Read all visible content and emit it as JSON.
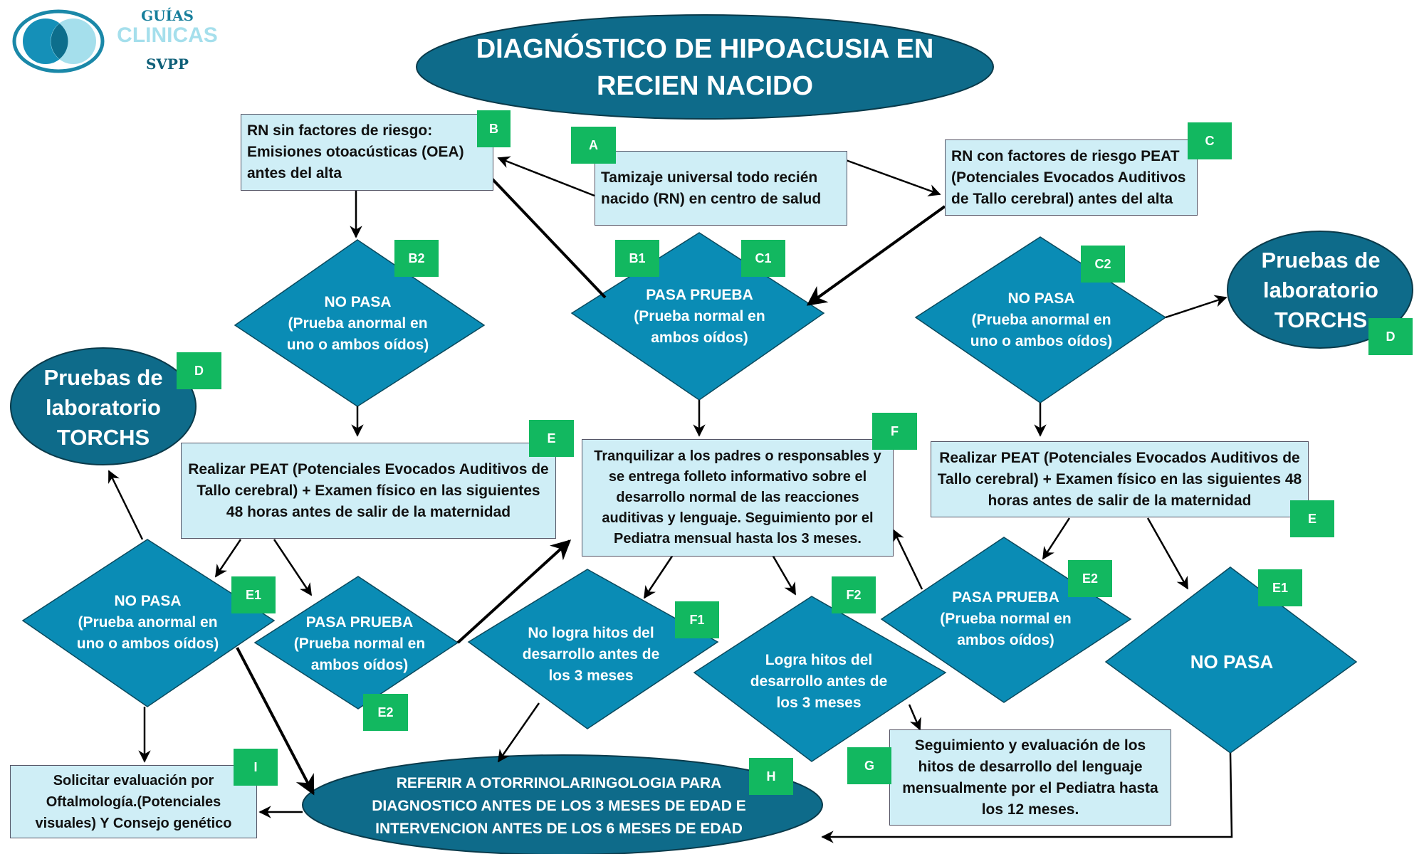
{
  "logo": {
    "line1": "GUÍAS",
    "line2": "CLINICAS",
    "line3": "SVPP"
  },
  "title": {
    "line1": "DIAGNÓSTICO DE HIPOACUSIA EN",
    "line2": "RECIEN NACIDO"
  },
  "colors": {
    "diamond": "#0a8cb5",
    "ellipse": "#0e6b8a",
    "tag": "#12b860",
    "box": "#cfeef6"
  },
  "nodes": {
    "A": {
      "tag": "A",
      "text": "Tamizaje universal todo recién nacido (RN) en centro de salud"
    },
    "B": {
      "tag": "B",
      "text": "RN sin factores de riesgo: Emisiones otoacústicas (OEA) antes del alta"
    },
    "C": {
      "tag": "C",
      "text": "RN con factores de riesgo PEAT (Potenciales Evocados Auditivos de Tallo cerebral) antes del alta"
    },
    "B2": {
      "tag": "B2",
      "title": "NO PASA",
      "text": "(Prueba anormal en uno o ambos oídos)"
    },
    "B1C1": {
      "tag1": "B1",
      "tag2": "C1",
      "title": "PASA PRUEBA",
      "text": "(Prueba normal en ambos oídos)"
    },
    "C2": {
      "tag": "C2",
      "title": "NO PASA",
      "text": "(Prueba anormal en uno o ambos oídos)"
    },
    "D_left": {
      "tag": "D",
      "text": "Pruebas de laboratorio TORCHS"
    },
    "D_right": {
      "tag": "D",
      "text": "Pruebas de laboratorio TORCHS"
    },
    "E_left": {
      "tag": "E",
      "text": "Realizar PEAT (Potenciales Evocados Auditivos de Tallo cerebral) + Examen físico en las siguientes 48 horas antes de salir de la maternidad"
    },
    "E_right": {
      "tag": "E",
      "text": "Realizar PEAT (Potenciales Evocados Auditivos de Tallo cerebral) + Examen físico en las siguientes 48 horas antes de salir de la maternidad"
    },
    "F": {
      "tag": "F",
      "text": "Tranquilizar a los padres o responsables y se entrega folleto informativo sobre el desarrollo normal de las reacciones auditivas y lenguaje. Seguimiento por el Pediatra mensual hasta los 3 meses."
    },
    "E1_left": {
      "tag": "E1",
      "title": "NO PASA",
      "text": "(Prueba anormal en uno o ambos oídos)"
    },
    "E2_left": {
      "tag": "E2",
      "title": "PASA PRUEBA",
      "text": "(Prueba normal en ambos oídos)"
    },
    "F1": {
      "tag": "F1",
      "text": "No logra hitos del desarrollo antes de los 3 meses"
    },
    "F2": {
      "tag": "F2",
      "text": "Logra hitos del desarrollo antes de los 3 meses"
    },
    "E2_right": {
      "tag": "E2",
      "title": "PASA PRUEBA",
      "text": "(Prueba normal en ambos oídos)"
    },
    "E1_right": {
      "tag": "E1",
      "title": "NO PASA"
    },
    "G": {
      "tag": "G",
      "text": "Seguimiento y evaluación de los hitos de desarrollo del lenguaje mensualmente por el Pediatra hasta los 12 meses."
    },
    "H": {
      "tag": "H",
      "text": "REFERIR A OTORRINOLARINGOLOGIA PARA DIAGNOSTICO ANTES DE LOS 3 MESES DE EDAD E INTERVENCION ANTES DE LOS 6 MESES DE EDAD"
    },
    "I": {
      "tag": "I",
      "text": "Solicitar evaluación por Oftalmología.(Potenciales visuales) Y Consejo genético"
    }
  }
}
